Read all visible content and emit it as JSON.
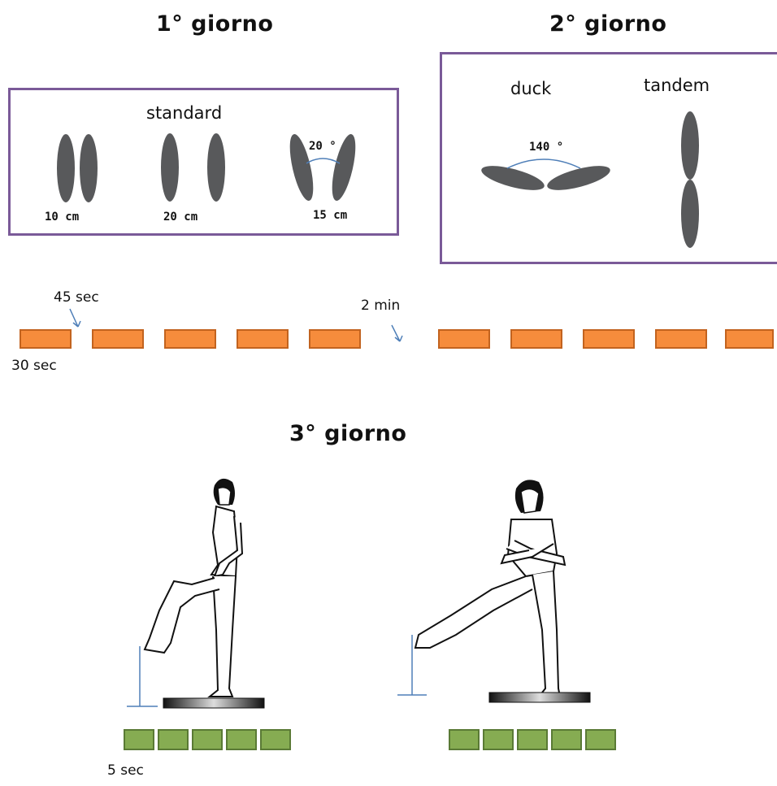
{
  "day1": {
    "title": "1° giorno",
    "box_label": "standard",
    "stances": [
      {
        "label": "10 cm"
      },
      {
        "label": "20 cm"
      },
      {
        "label": "15 cm",
        "angle_label": "20 °"
      }
    ]
  },
  "day2": {
    "title": "2° giorno",
    "duck_label": "duck",
    "duck_angle": "140 °",
    "tandem_label": "tandem"
  },
  "timeline": {
    "rest_short": "45 sec",
    "rest_long": "2 min",
    "trial_duration": "30 sec",
    "trials_before_rest": 5,
    "trials_after_rest": 5
  },
  "day3": {
    "title": "3° giorno",
    "duration_label": "5 sec",
    "blocks_per_figure": 5,
    "figures": [
      {
        "name": "leg-forward"
      },
      {
        "name": "leg-side"
      }
    ]
  },
  "colors": {
    "box_border": "#7a5a98",
    "foot": "#58595b",
    "trial_block": "#f68c3c",
    "hold_block": "#86ac52",
    "arrow": "#4f7fb8"
  }
}
